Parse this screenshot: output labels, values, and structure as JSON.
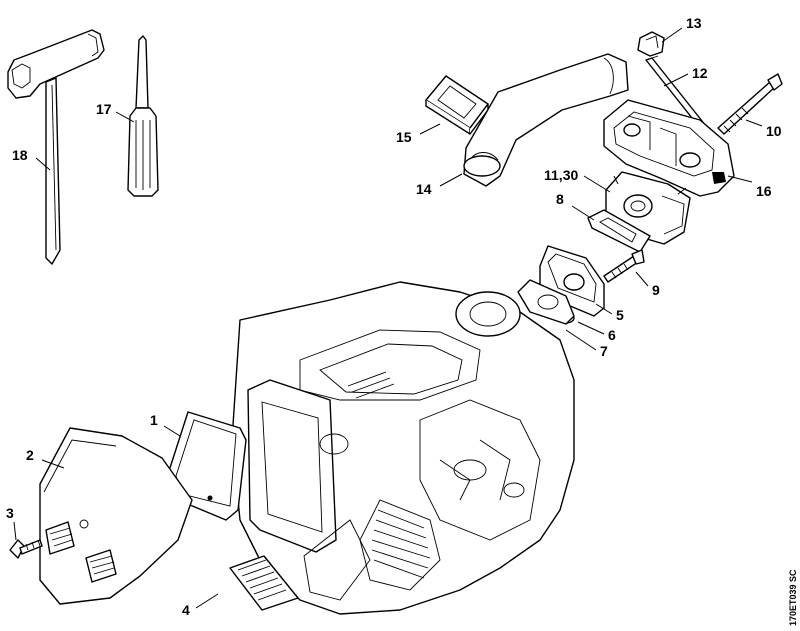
{
  "callouts": [
    {
      "id": "1",
      "text": "1"
    },
    {
      "id": "2",
      "text": "2"
    },
    {
      "id": "3",
      "text": "3"
    },
    {
      "id": "4",
      "text": "4"
    },
    {
      "id": "5",
      "text": "5"
    },
    {
      "id": "6",
      "text": "6"
    },
    {
      "id": "7",
      "text": "7"
    },
    {
      "id": "8",
      "text": "8"
    },
    {
      "id": "9",
      "text": "9"
    },
    {
      "id": "10",
      "text": "10"
    },
    {
      "id": "11_30",
      "text": "11,30"
    },
    {
      "id": "12",
      "text": "12"
    },
    {
      "id": "13",
      "text": "13"
    },
    {
      "id": "14",
      "text": "14"
    },
    {
      "id": "15",
      "text": "15"
    },
    {
      "id": "16",
      "text": "16"
    },
    {
      "id": "17",
      "text": "17"
    },
    {
      "id": "18",
      "text": "18"
    }
  ],
  "reference_code": "170ET039 SC"
}
